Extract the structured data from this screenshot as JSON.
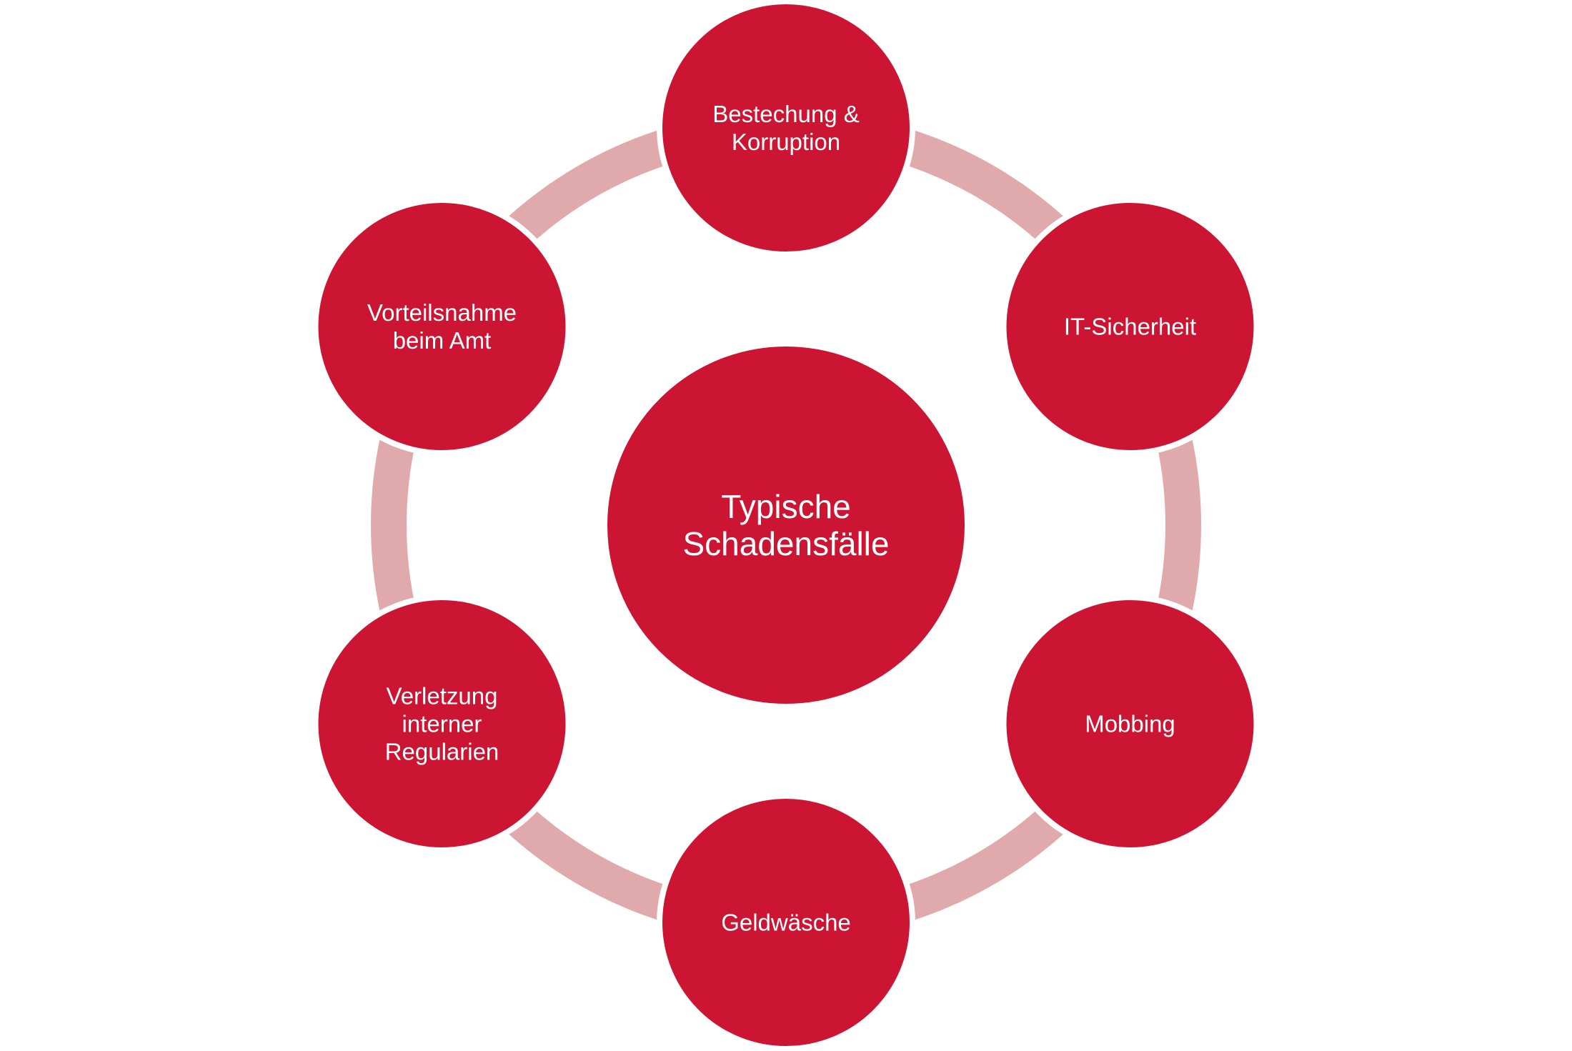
{
  "center": {
    "lines": [
      "Typische",
      "Schadensfälle"
    ]
  },
  "nodes": [
    {
      "lines": [
        "Bestechung &",
        "Korruption"
      ]
    },
    {
      "lines": [
        "IT-Sicherheit"
      ]
    },
    {
      "lines": [
        "Mobbing"
      ]
    },
    {
      "lines": [
        "Geldwäsche"
      ]
    },
    {
      "lines": [
        "Verletzung",
        "interner",
        "Regularien"
      ]
    },
    {
      "lines": [
        "Vorteilsnahme",
        "beim Amt"
      ]
    }
  ],
  "colors": {
    "node": "#cc1533",
    "ring": "#e0aaad",
    "text": "#ffffff"
  }
}
